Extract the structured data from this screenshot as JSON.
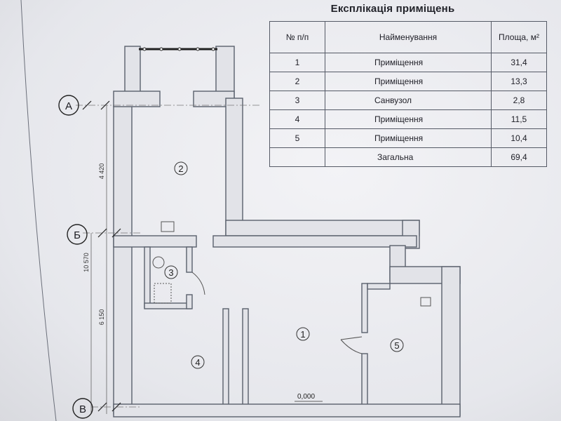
{
  "explication": {
    "title": "Експлікація приміщень",
    "headers": {
      "number": "№ п/п",
      "name": "Найменування",
      "area": "Площа, м²"
    },
    "rows": [
      {
        "number": "1",
        "name": "Приміщення",
        "area": "31,4"
      },
      {
        "number": "2",
        "name": "Приміщення",
        "area": "13,3"
      },
      {
        "number": "3",
        "name": "Санвузол",
        "area": "2,8"
      },
      {
        "number": "4",
        "name": "Приміщення",
        "area": "11,5"
      },
      {
        "number": "5",
        "name": "Приміщення",
        "area": "10,4"
      }
    ],
    "total": {
      "label": "Загальна",
      "area": "69,4"
    }
  },
  "plan": {
    "axes": {
      "a": "А",
      "b": "Б",
      "v": "В"
    },
    "dimensions": {
      "a_b": "4 420",
      "b_v_total": "10 570",
      "b_v": "6 150"
    },
    "rooms": {
      "r1": "1",
      "r2": "2",
      "r3": "3",
      "r4": "4",
      "r5": "5"
    },
    "elevation": "0,000"
  }
}
